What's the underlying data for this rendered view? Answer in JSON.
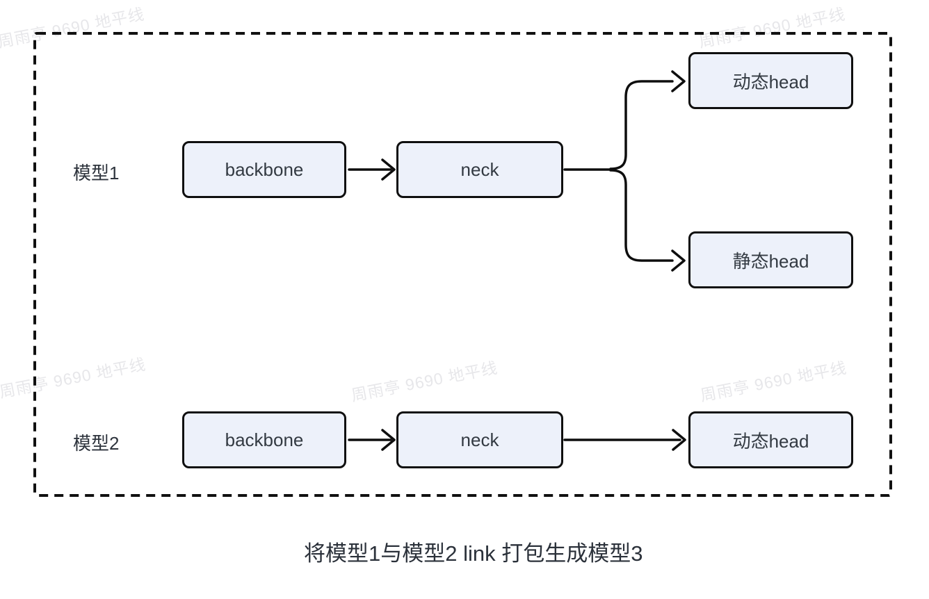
{
  "watermark_text": "周雨亭 9690 地平线",
  "caption": "将模型1与模型2 link 打包生成模型3",
  "model1": {
    "label": "模型1",
    "backbone": "backbone",
    "neck": "neck",
    "dynamic_head": "动态head",
    "static_head": "静态head"
  },
  "model2": {
    "label": "模型2",
    "backbone": "backbone",
    "neck": "neck",
    "dynamic_head": "动态head"
  },
  "colors": {
    "node_fill": "#edf1fa",
    "stroke": "#111111",
    "node_text": "#333a42",
    "watermark": "#e7e7ea"
  }
}
